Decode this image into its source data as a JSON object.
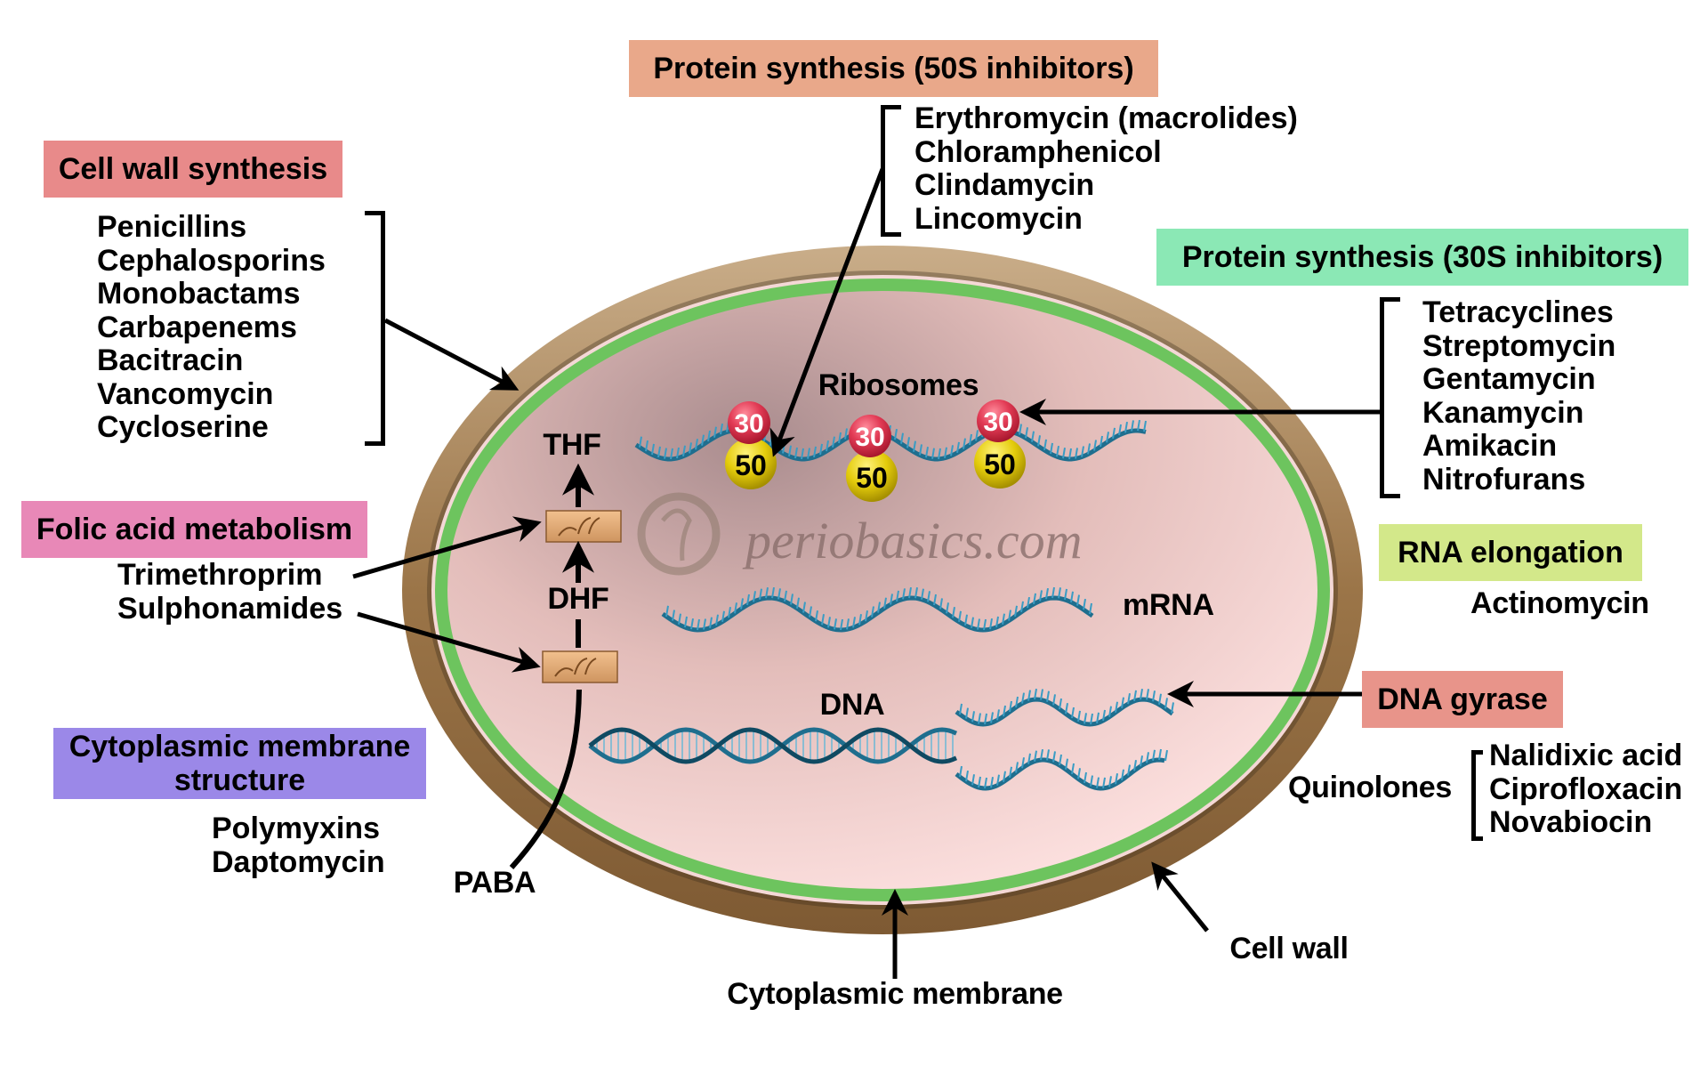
{
  "title": "Mechanism of action of antibiotics",
  "watermark": "periobasics.com",
  "colors": {
    "cell_wall_box": "#E88A8A",
    "protein_50s_box": "#E9A88A",
    "protein_30s_box": "#8BE8B5",
    "folic_acid_box": "#E888B7",
    "cytoplasmic_box": "#9B88E8",
    "rna_box": "#D3E88A",
    "dna_gyrase_box": "#E8948A",
    "cell_wall": "#9E7A4E",
    "membrane": "#6DC45E",
    "cytoplasm": "#F3CFCD",
    "ribosome_30": "#E23B55",
    "ribosome_50": "#E4CC0C",
    "helix": "#1F6E8E"
  },
  "categories": {
    "cell_wall_synthesis": {
      "title": "Cell wall synthesis",
      "drugs": [
        "Penicillins",
        "Cephalosporins",
        "Monobactams",
        "Carbapenems",
        "Bacitracin",
        "Vancomycin",
        "Cycloserine"
      ]
    },
    "protein_50s": {
      "title": "Protein synthesis (50S inhibitors)",
      "drugs": [
        "Erythromycin (macrolides)",
        "Chloramphenicol",
        "Clindamycin",
        "Lincomycin"
      ]
    },
    "protein_30s": {
      "title": "Protein synthesis (30S inhibitors)",
      "drugs": [
        "Tetracyclines",
        "Streptomycin",
        "Gentamycin",
        "Kanamycin",
        "Amikacin",
        "Nitrofurans"
      ]
    },
    "folic_acid": {
      "title": "Folic acid metabolism",
      "drugs": [
        "Trimethroprim",
        "Sulphonamides"
      ]
    },
    "cytoplasmic_membrane": {
      "title_line1": "Cytoplasmic membrane",
      "title_line2": "structure",
      "drugs": [
        "Polymyxins",
        "Daptomycin"
      ]
    },
    "rna_elongation": {
      "title": "RNA elongation",
      "drugs": [
        "Actinomycin"
      ]
    },
    "dna_gyrase": {
      "title": "DNA gyrase",
      "group_label": "Quinolones",
      "drugs": [
        "Nalidixic acid",
        "Ciprofloxacin",
        "Novabiocin"
      ]
    }
  },
  "structures": {
    "ribosomes": "Ribosomes",
    "thf": "THF",
    "dhf": "DHF",
    "paba": "PABA",
    "mrna": "mRNA",
    "dna": "DNA",
    "cytoplasmic_membrane": "Cytoplasmic membrane",
    "cell_wall": "Cell wall"
  },
  "ribosome_units": [
    {
      "small": "30",
      "large": "50"
    },
    {
      "small": "30",
      "large": "50"
    },
    {
      "small": "30",
      "large": "50"
    }
  ]
}
